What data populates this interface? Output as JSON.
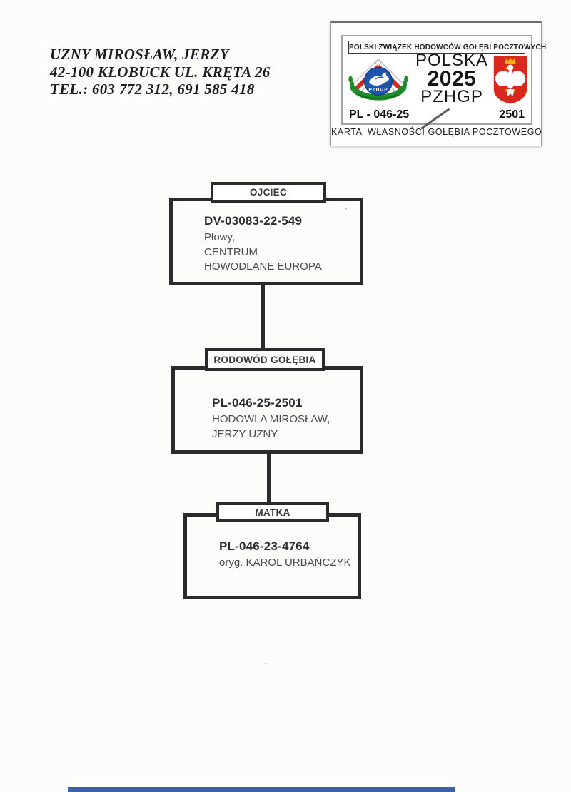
{
  "owner": {
    "name": "UZNY MIROSŁAW, JERZY",
    "address": "42-100 KŁOBUCK UL. KRĘTA 26",
    "phone": "TEL.: 603 772 312, 691 585 418"
  },
  "stamp": {
    "header": "POLSKI ZWIĄZEK HODOWCÓW GOŁĘBI POCZTOWYCH",
    "country": "POLSKA",
    "year": "2025",
    "org": "PZHGP",
    "ring_prefix": "PL - 046-25",
    "ring_number": "2501",
    "badge_text": "PZHGP",
    "caption": "KARTA  WŁASNOŚCI GOŁĘBIA POCZTOWEGO",
    "colors": {
      "ribbon_red": "#d9291f",
      "wreath_green": "#1e8c2a",
      "badge_blue": "#1d55ad",
      "eagle_shield_red": "#d9291f",
      "crown_gold": "#f0b400"
    }
  },
  "pedigree": {
    "father": {
      "label": "OJCIEC",
      "ring": "DV-03083-22-549",
      "lines": [
        "Płowy,",
        "CENTRUM",
        "HOWODLANE EUROPA"
      ]
    },
    "bird": {
      "label": "RODOWÓD GOŁĘBIA",
      "ring": "PL-046-25-2501",
      "lines": [
        "HODOWLA MIROSŁAW,",
        "JERZY UZNY"
      ]
    },
    "mother": {
      "label": "MATKA",
      "ring": "PL-046-23-4764",
      "lines": [
        "oryg. KAROL URBAŃCZYK"
      ]
    }
  },
  "scan_artifacts": {
    "bottom_strip_color": "#3c63a8"
  }
}
